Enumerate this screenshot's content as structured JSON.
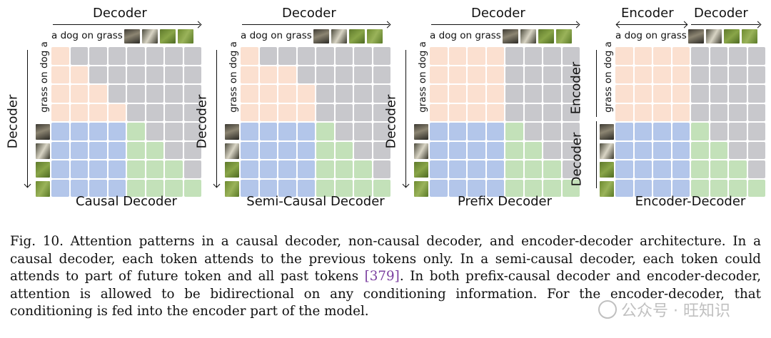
{
  "panels": [
    {
      "title": "Causal Decoder",
      "top_label": "Decoder",
      "left_label": "Decoder",
      "left_top_label": "",
      "top_left_label": "",
      "prompt": "a dog on grass",
      "row_tokens": "grass on dog a",
      "mask_type": "causal"
    },
    {
      "title": "Semi-Causal Decoder",
      "top_label": "Decoder",
      "left_label": "Decoder",
      "left_top_label": "",
      "top_left_label": "",
      "prompt": "a dog on grass",
      "row_tokens": "grass on dog a",
      "mask_type": "semi-causal"
    },
    {
      "title": "Prefix Decoder",
      "top_label": "Decoder",
      "left_label": "Decoder",
      "left_top_label": "",
      "top_left_label": "",
      "prompt": "a dog on grass",
      "row_tokens": "grass on dog a",
      "mask_type": "prefix"
    },
    {
      "title": "Encoder-Decoder",
      "top_label": "Decoder",
      "left_label": "Decoder",
      "left_top_label": "Encoder",
      "top_left_label": "Encoder",
      "prompt": "a dog on grass",
      "row_tokens": "grass on dog a",
      "mask_type": "encoder-decoder"
    }
  ],
  "colors": {
    "text_text": "#fbe0d0",
    "masked": "#c8c8cc",
    "image_text": "#b3c6ea",
    "image_image": "#c3e1b9"
  },
  "caption": {
    "label": "Fig. 10.",
    "text_before_ref": "Attention patterns in a causal decoder, non-causal decoder, and encoder-decoder architecture. In a causal decoder, each token attends to the previous tokens only. In a semi-causal decoder, each token could attends to part of future token and all past tokens ",
    "ref": "[379]",
    "text_after_ref": ". In both prefix-causal decoder and encoder-decoder, attention is allowed to be bidirectional on any conditioning information. For the encoder-decoder, that conditioning is fed into the encoder part of the model."
  },
  "watermark": "公众号 · 旺知识"
}
